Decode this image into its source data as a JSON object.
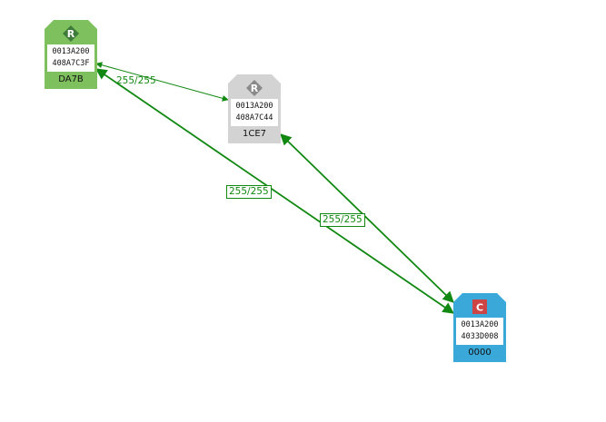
{
  "nodes": [
    {
      "key": "r1",
      "role_letter": "R",
      "addr_line1": "0013A200",
      "addr_line2": "408A7C3F",
      "node_id": "DA7B",
      "fill": "#7ec05e",
      "badge_color": "#3e7a3a"
    },
    {
      "key": "r2",
      "role_letter": "R",
      "addr_line1": "0013A200",
      "addr_line2": "408A7C44",
      "node_id": "1CE7",
      "fill": "#d3d3d3",
      "badge_color": "#8a8a8a"
    },
    {
      "key": "c",
      "role_letter": "C",
      "addr_line1": "0013A200",
      "addr_line2": "4033D008",
      "node_id": "0000",
      "fill": "#3aa8d8",
      "badge_color": "#cc4444"
    }
  ],
  "links": [
    {
      "from": "r1",
      "to": "r2",
      "label": "255/255",
      "color": "#118811"
    },
    {
      "from": "r1",
      "to": "c",
      "label": "255/255",
      "color": "#118811"
    },
    {
      "from": "r2",
      "to": "c",
      "label": "255/255",
      "color": "#118811"
    }
  ]
}
